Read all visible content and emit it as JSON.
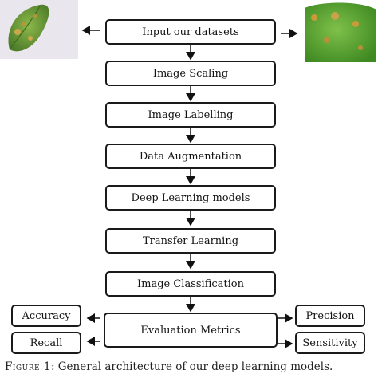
{
  "flow": {
    "input": "Input our datasets",
    "scaling": "Image Scaling",
    "labelling": "Image Labelling",
    "augmentation": "Data Augmentation",
    "models": "Deep Learning models",
    "transfer": "Transfer Learning",
    "classification": "Image Classification",
    "evaluation": "Evaluation Metrics"
  },
  "metrics": {
    "accuracy": "Accuracy",
    "recall": "Recall",
    "precision": "Precision",
    "sensitivity": "Sensitivity"
  },
  "caption": {
    "label": "Figure 1",
    "text": ": General architecture of our deep learning models."
  },
  "images": {
    "left_leaf": "leaf-image-left",
    "right_leaf": "leaf-image-right"
  }
}
